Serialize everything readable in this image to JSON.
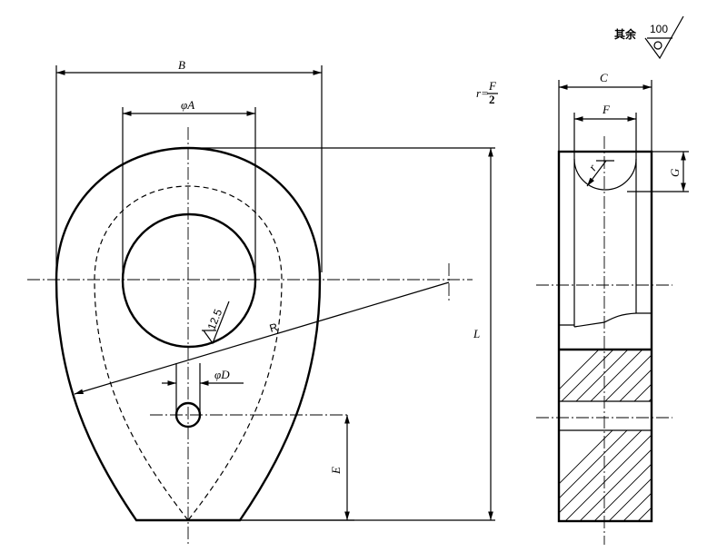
{
  "labels": {
    "B": "B",
    "phiA": "φA",
    "C": "C",
    "F": "F",
    "G": "G",
    "r_small": "r",
    "L": "L",
    "R": "R",
    "phiD": "φD",
    "E": "E",
    "roughness_local": "12.5",
    "roughness_rest_prefix": "其余",
    "roughness_rest_value": "100"
  },
  "formula": {
    "lhs": "r=",
    "numerator": "F",
    "denominator": "2"
  }
}
